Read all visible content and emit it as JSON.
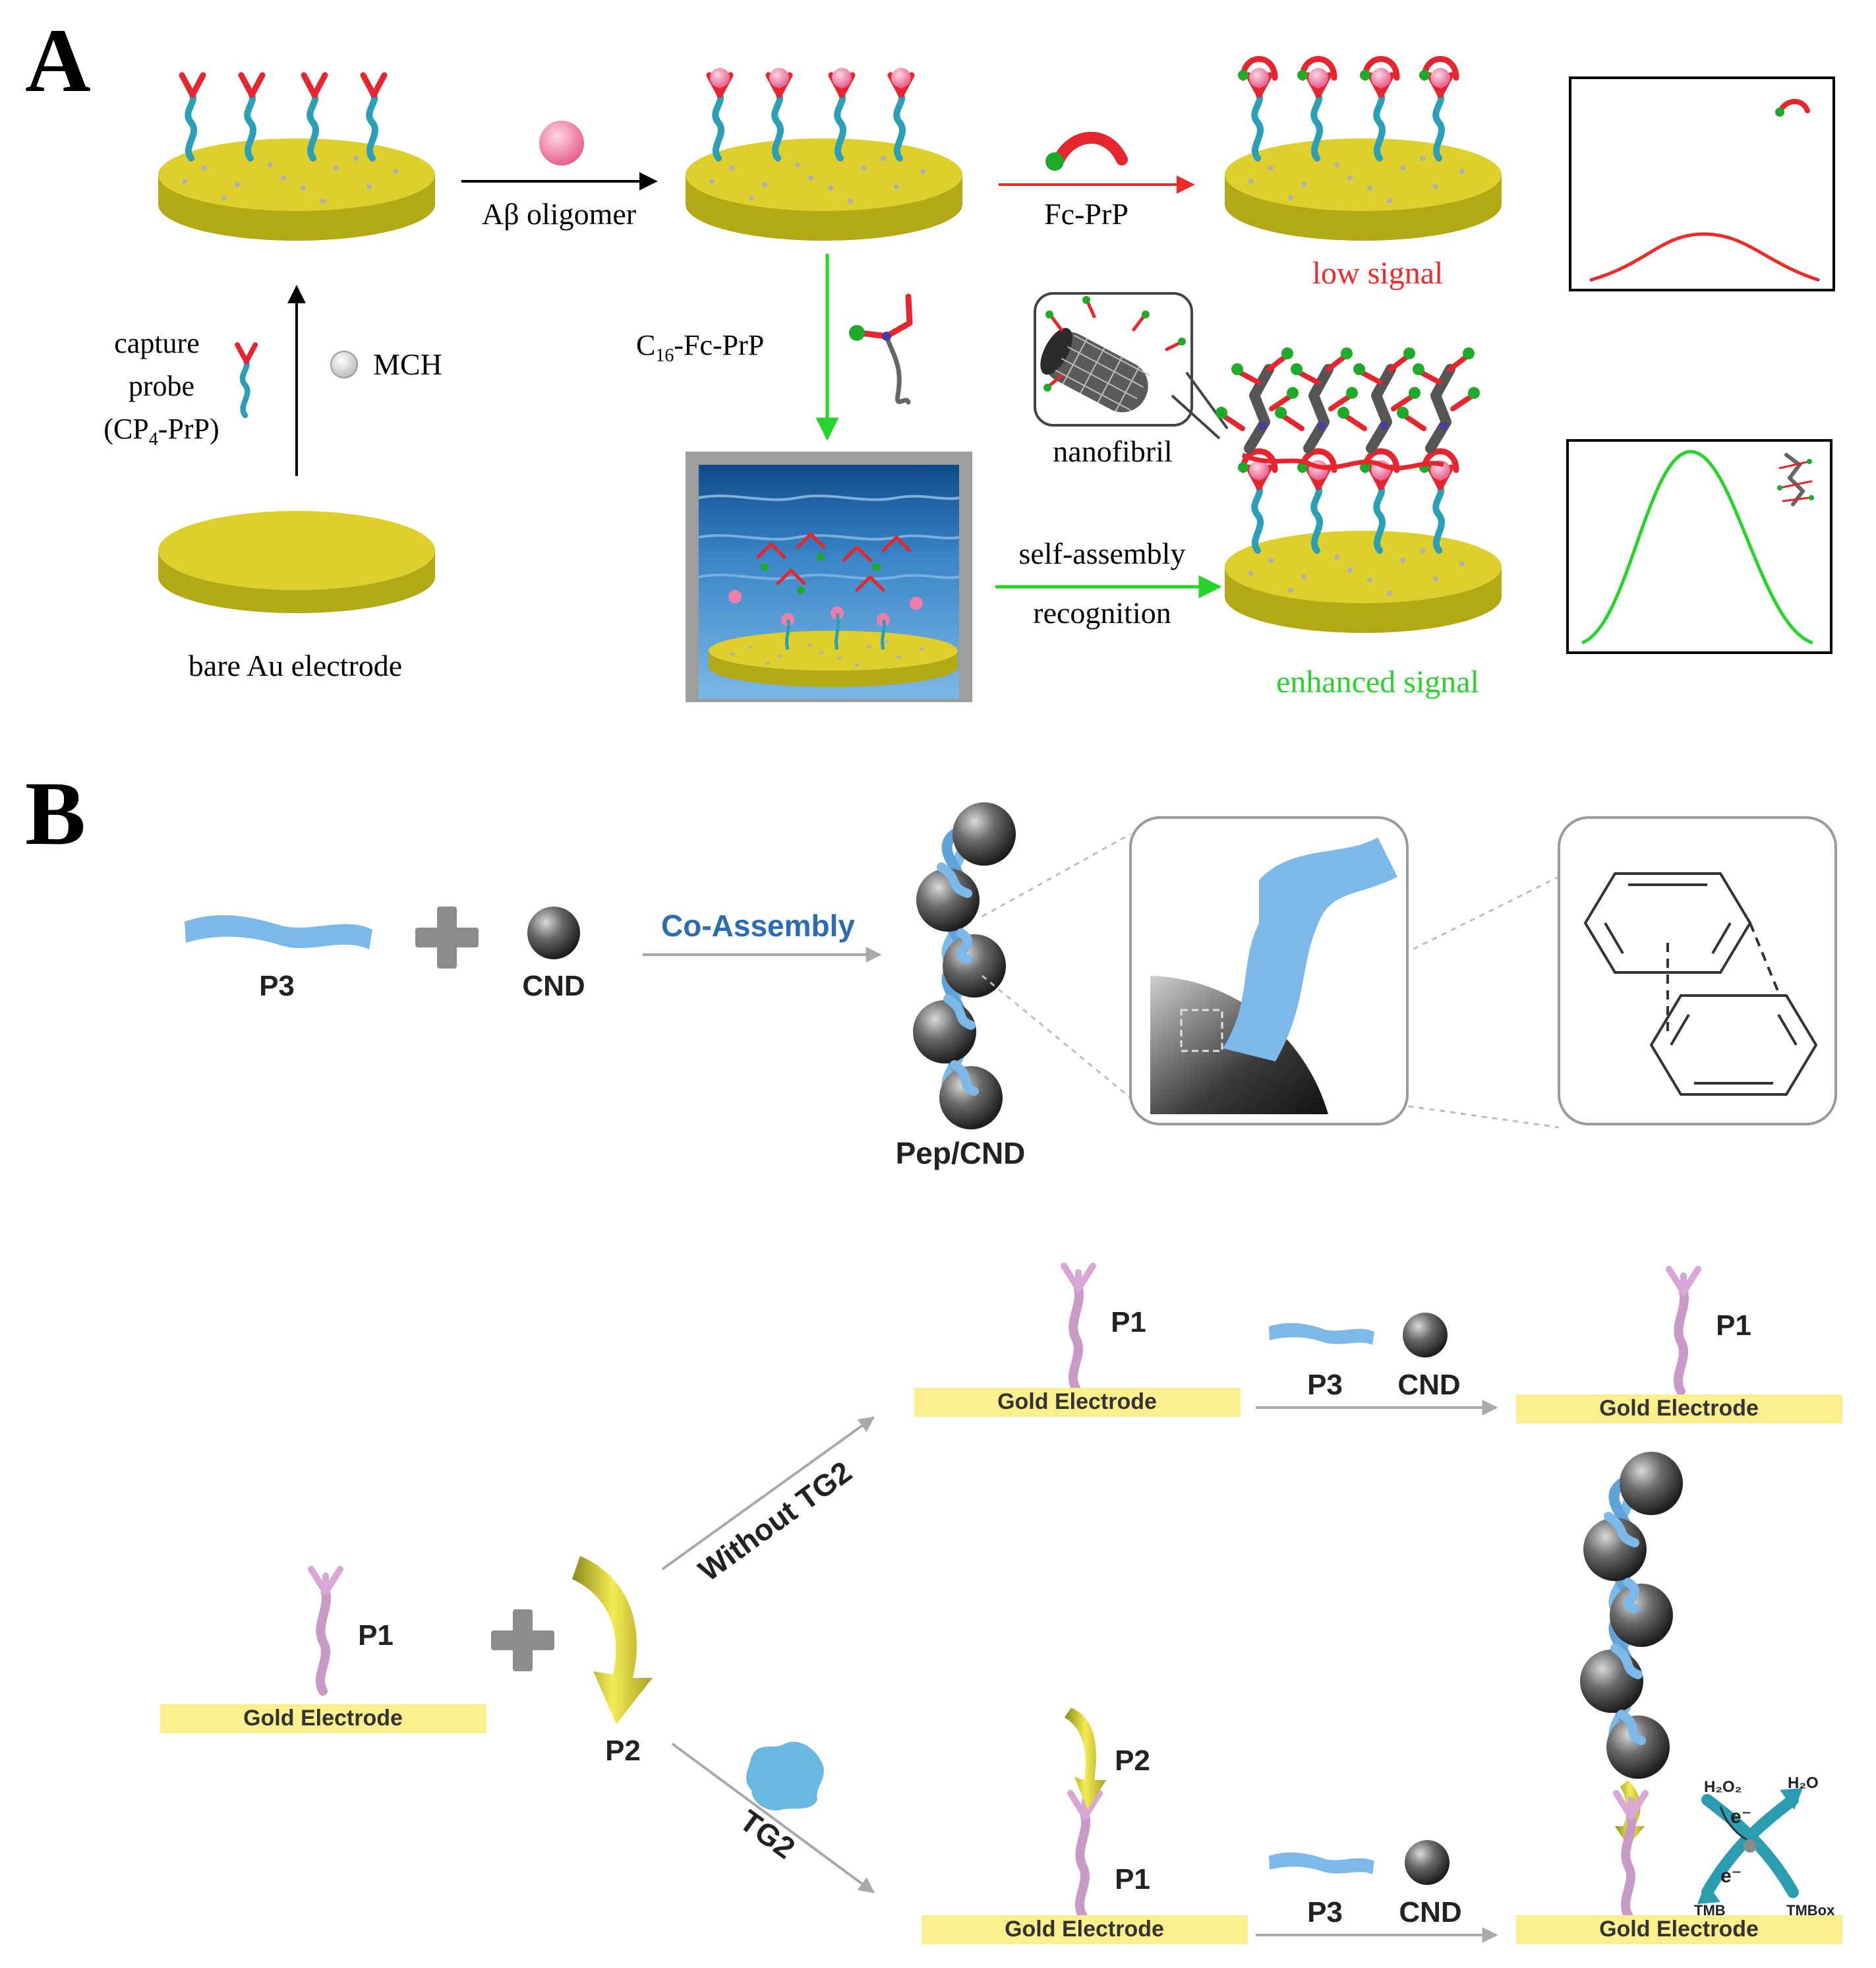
{
  "panels": {
    "a": {
      "letter": "A",
      "reagent_abeta": "Aβ oligomer",
      "reagent_fc": "Fc-PrP",
      "reagent_c16_prefix": "C",
      "reagent_c16_sub": "16",
      "reagent_c16_suffix": "-Fc-PrP",
      "label_capture": "capture",
      "label_probe": "probe",
      "label_cp_prefix": "(CP",
      "label_cp_sub": "4",
      "label_cp_suffix": "-PrP)",
      "label_mch": "MCH",
      "label_bare": "bare Au electrode",
      "label_low": "low signal",
      "label_nanofibril": "nanofibril",
      "label_selfassembly": "self-assembly",
      "label_recognition": "recognition",
      "label_enhanced": "enhanced signal"
    },
    "b": {
      "letter": "B",
      "p3": "P3",
      "cnd": "CND",
      "coassembly": "Co-Assembly",
      "pepcnd": "Pep/CND",
      "p1": "P1",
      "p2": "P2",
      "gold": "Gold Electrode",
      "without_tg2": "Without TG2",
      "tg2": "TG2",
      "h2o2": "H₂O₂",
      "h2o": "H₂O",
      "tmb": "TMB",
      "tmbox": "TMBox",
      "electron": "e⁻"
    }
  },
  "colors": {
    "gold_disk": "#d4c82a",
    "gold_electrode": "#fbef8e",
    "red_signal": "#ee2b2b",
    "green_signal": "#27d42b",
    "peptide_blue": "#7cb9e8",
    "coassembly_text": "#2a6db0"
  }
}
